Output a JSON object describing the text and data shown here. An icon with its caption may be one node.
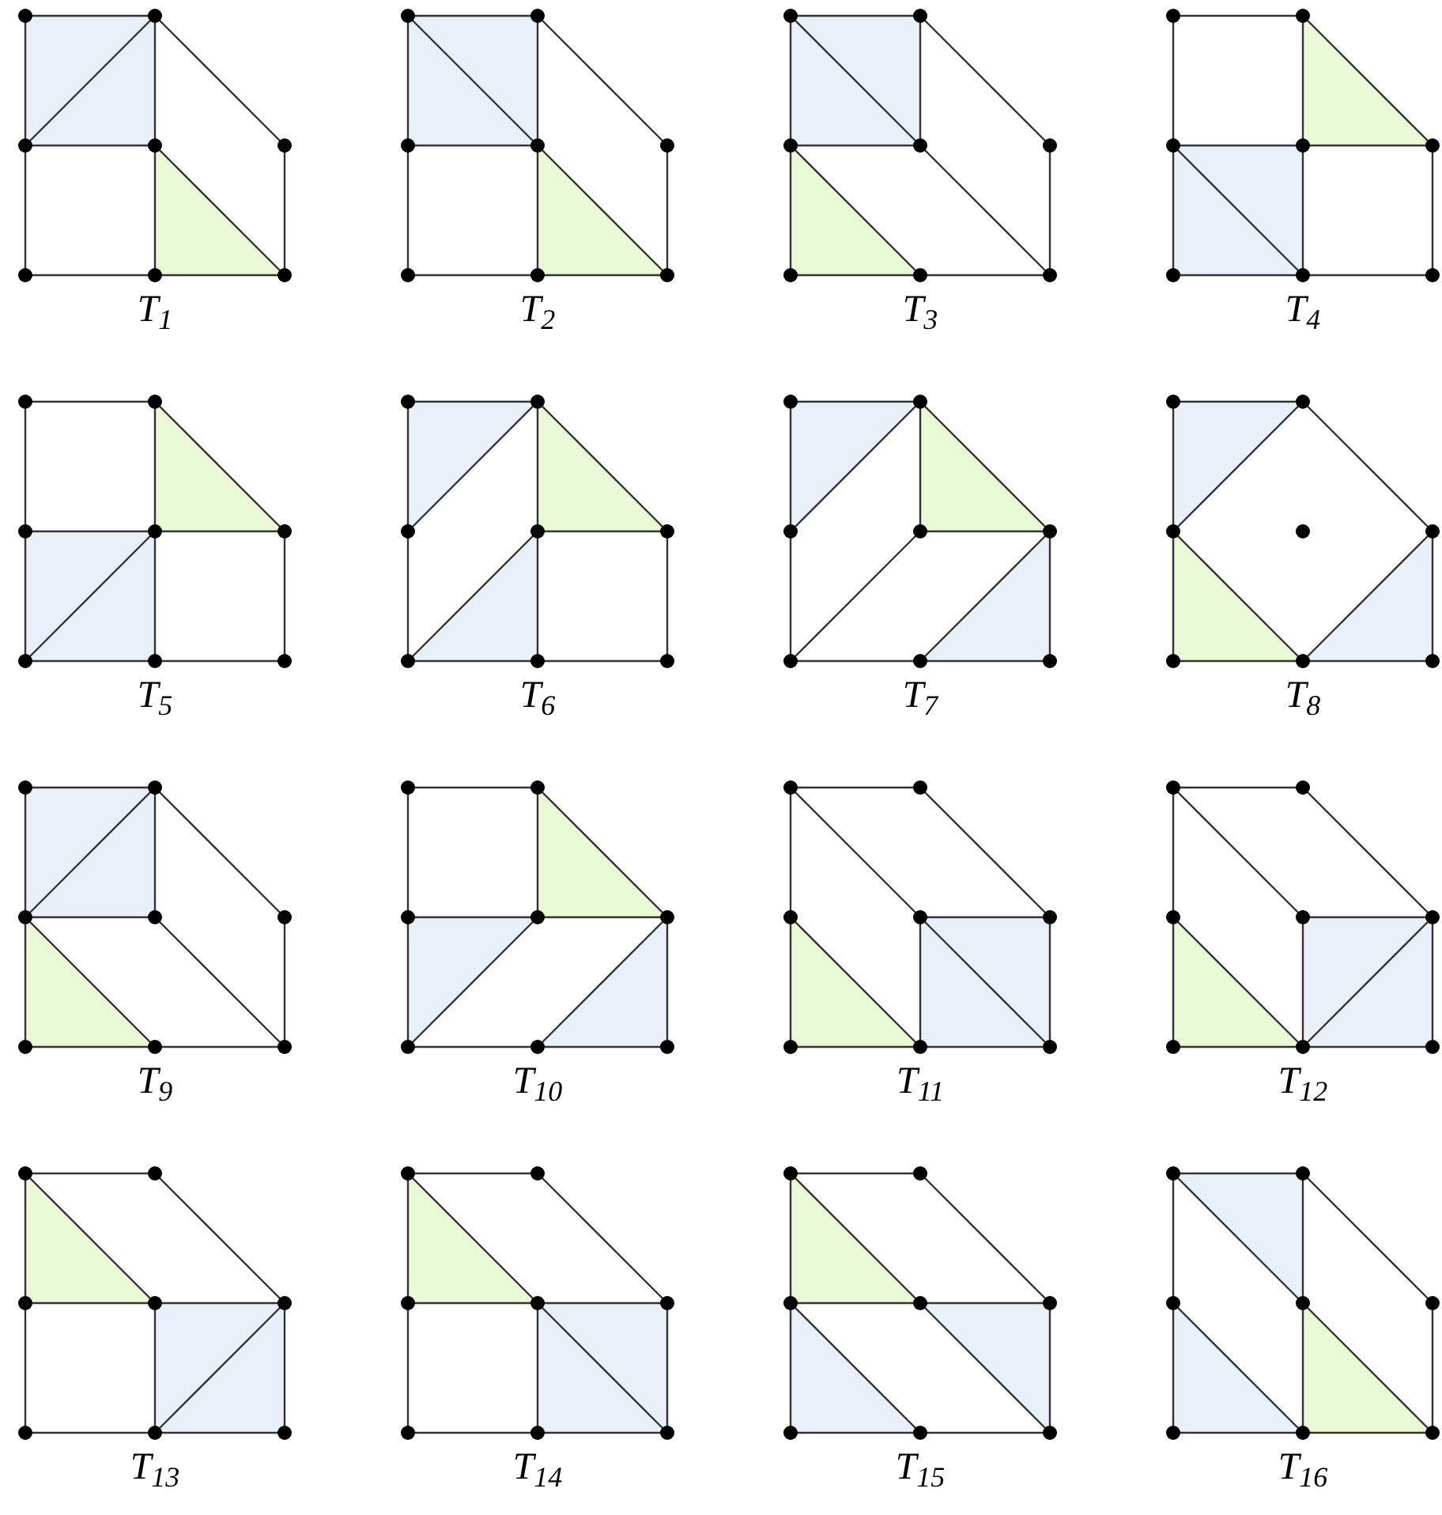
{
  "diagram": {
    "nodes": [
      {
        "text": [],
        "shape": "picture",
        "beside": [
          "T$_{1}$"
        ]
      },
      {
        "text": [],
        "shape": "picture",
        "beside": [
          "T$_{2}$"
        ]
      },
      {
        "text": [],
        "shape": "picture",
        "beside": [
          "T$_{3}$"
        ]
      },
      {
        "text": [],
        "shape": "picture",
        "beside": [
          "T$_{4}$"
        ]
      },
      {
        "text": [],
        "shape": "picture",
        "beside": [
          "T$_{5}$"
        ]
      },
      {
        "text": [],
        "shape": "picture",
        "beside": [
          "T$_{6}$"
        ]
      },
      {
        "text": [],
        "shape": "picture",
        "beside": [
          "T$_{7}$"
        ]
      },
      {
        "text": [],
        "shape": "picture",
        "beside": [
          "T$_{8}$"
        ]
      },
      {
        "text": [],
        "shape": "picture",
        "beside": [
          "T$_{9}$"
        ]
      },
      {
        "text": [],
        "shape": "picture",
        "beside": [
          "T$_{10}$"
        ]
      },
      {
        "text": [],
        "shape": "picture",
        "beside": [
          "T$_{11}$"
        ]
      },
      {
        "text": [],
        "shape": "picture",
        "beside": [
          "T$_{12}$"
        ]
      },
      {
        "text": [],
        "shape": "picture",
        "beside": [
          "T$_{13}$"
        ]
      },
      {
        "text": [],
        "shape": "picture",
        "beside": [
          "T$_{14}$"
        ]
      },
      {
        "text": [],
        "shape": "picture",
        "beside": [
          "T$_{15}$"
        ]
      },
      {
        "text": [],
        "shape": "picture",
        "beside": [
          "T$_{16}$"
        ]
      }
    ]
  }
}
